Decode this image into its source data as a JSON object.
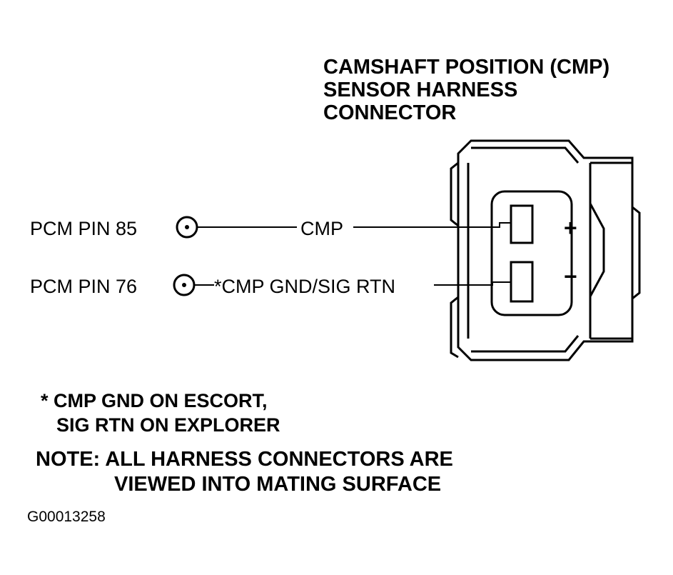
{
  "connector_title": {
    "line1": "CAMSHAFT POSITION (CMP)",
    "line2": "SENSOR HARNESS",
    "line3": "CONNECTOR"
  },
  "pins": [
    {
      "pcm_label": "PCM PIN 85",
      "wire_label": "CMP",
      "polarity": "+"
    },
    {
      "pcm_label": "PCM PIN 76",
      "wire_label": "*CMP GND/SIG RTN",
      "polarity": "−"
    }
  ],
  "footnote": {
    "line1": "* CMP GND ON ESCORT,",
    "line2": "SIG RTN ON EXPLORER"
  },
  "note": {
    "line1": "NOTE: ALL HARNESS CONNECTORS ARE",
    "line2": "VIEWED INTO MATING SURFACE"
  },
  "figure_id": "G00013258"
}
